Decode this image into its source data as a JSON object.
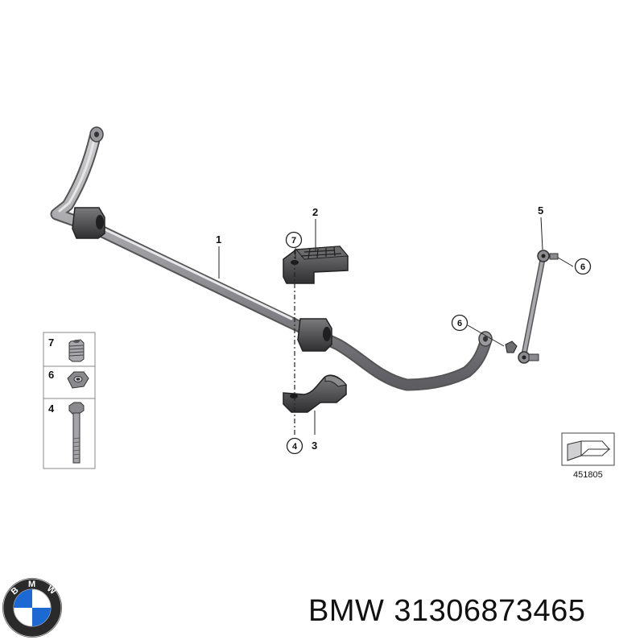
{
  "callouts": {
    "part_1": "1",
    "part_2": "2",
    "part_3": "3",
    "part_5": "5",
    "circ_7": "7",
    "circ_4": "4",
    "circ_6_upper": "6",
    "circ_6_lower": "6"
  },
  "legend": {
    "rows": [
      {
        "number": "7",
        "icon": "threaded-insert-icon"
      },
      {
        "number": "6",
        "icon": "hex-nut-icon"
      },
      {
        "number": "4",
        "icon": "bolt-icon"
      }
    ]
  },
  "diagram_number": "451805",
  "brand": "BMW",
  "part_number": "31306873465",
  "logo": {
    "text": "BMW",
    "colors": {
      "blue": "#1c69d4",
      "white": "#ffffff",
      "ring": "#1a1a1a"
    }
  }
}
